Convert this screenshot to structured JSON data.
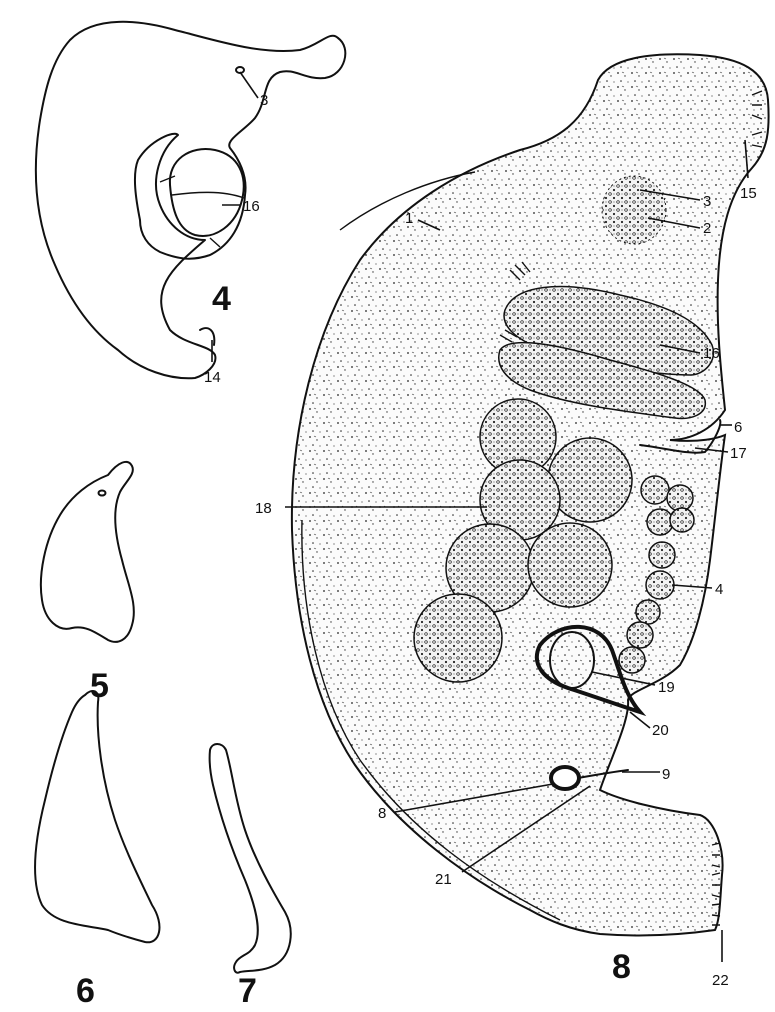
{
  "figures": [
    {
      "id": "4",
      "label": "4"
    },
    {
      "id": "5",
      "label": "5"
    },
    {
      "id": "6",
      "label": "6"
    },
    {
      "id": "7",
      "label": "7"
    },
    {
      "id": "8",
      "label": "8"
    }
  ],
  "fig4_labels": {
    "l3": "3",
    "l16": "16",
    "l14": "14"
  },
  "fig8_labels": {
    "l15": "15",
    "l1": "1",
    "l3": "3",
    "l2": "2",
    "l16": "16",
    "l6": "6",
    "l17": "17",
    "l18": "18",
    "l4": "4",
    "l19": "19",
    "l20": "20",
    "l9": "9",
    "l8": "8",
    "l21": "21",
    "l22": "22"
  }
}
